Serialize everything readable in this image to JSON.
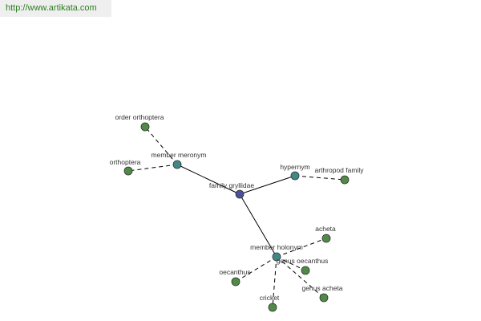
{
  "source_url": "http://www.artikata.com",
  "colors": {
    "root": "#4a4f9a",
    "relation": "#3f8a88",
    "leaf": "#4f8a46",
    "url": "#2e7d22",
    "badge_bg": "#efefef"
  },
  "graph": {
    "root": {
      "id": "family-gryllidae",
      "label": "family gryllidae",
      "role": "root"
    },
    "relations": [
      {
        "id": "member-meronym",
        "label": "member meronym",
        "role": "relation"
      },
      {
        "id": "hypernym",
        "label": "hypernym",
        "role": "relation"
      },
      {
        "id": "member-holonym",
        "label": "member holonym",
        "role": "relation"
      }
    ],
    "leaves": [
      {
        "id": "order-orthoptera",
        "label": "order orthoptera",
        "parent": "member-meronym"
      },
      {
        "id": "orthoptera",
        "label": "orthoptera",
        "parent": "member-meronym"
      },
      {
        "id": "arthropod-family",
        "label": "arthropod family",
        "parent": "hypernym"
      },
      {
        "id": "acheta",
        "label": "acheta",
        "parent": "member-holonym"
      },
      {
        "id": "genus-oecanthus",
        "label": "genus oecanthus",
        "parent": "member-holonym"
      },
      {
        "id": "oecanthus",
        "label": "oecanthus",
        "parent": "member-holonym"
      },
      {
        "id": "cricket",
        "label": "cricket",
        "parent": "member-holonym"
      },
      {
        "id": "genus-acheta",
        "label": "genus acheta",
        "parent": "member-holonym"
      }
    ]
  }
}
